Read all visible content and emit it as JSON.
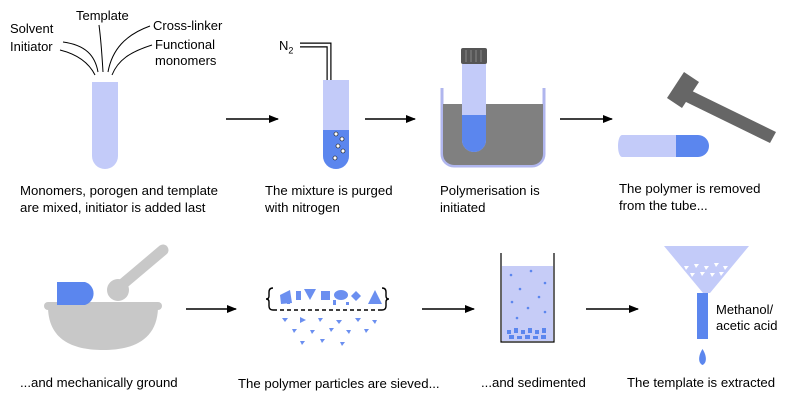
{
  "ingredients": {
    "solvent": "Solvent",
    "template": "Template",
    "cross_linker": "Cross-linker",
    "initiator": "Initiator",
    "functional_monomers_line1": "Functional",
    "functional_monomers_line2": "monomers"
  },
  "gas": {
    "symbol": "N",
    "subscript": "2"
  },
  "extraction_solvent": {
    "line1": "Methanol/",
    "line2": "acetic acid"
  },
  "steps": [
    {
      "line1": "Monomers, porogen and template",
      "line2": "are mixed, initiator is added last"
    },
    {
      "line1": "The mixture is purged",
      "line2": "with nitrogen"
    },
    {
      "line1": "Polymerisation is",
      "line2": "initiated"
    },
    {
      "line1": "The polymer is removed",
      "line2": "from the tube..."
    },
    {
      "line1": "...and mechanically ground",
      "line2": ""
    },
    {
      "line1": "The polymer particles are sieved...",
      "line2": ""
    },
    {
      "line1": "...and sedimented",
      "line2": ""
    },
    {
      "line1": "The template is extracted",
      "line2": ""
    }
  ],
  "colors": {
    "tube_light": "#c3cbf9",
    "polymer_blue": "#5b86ee",
    "particle_blue": "#6b8ff0",
    "water_bath": "#808080",
    "mortar_gray": "#c8c8c8",
    "hammer_gray": "#666666",
    "sediment_liquid": "#c6ccf7",
    "arrow": "#000000"
  }
}
